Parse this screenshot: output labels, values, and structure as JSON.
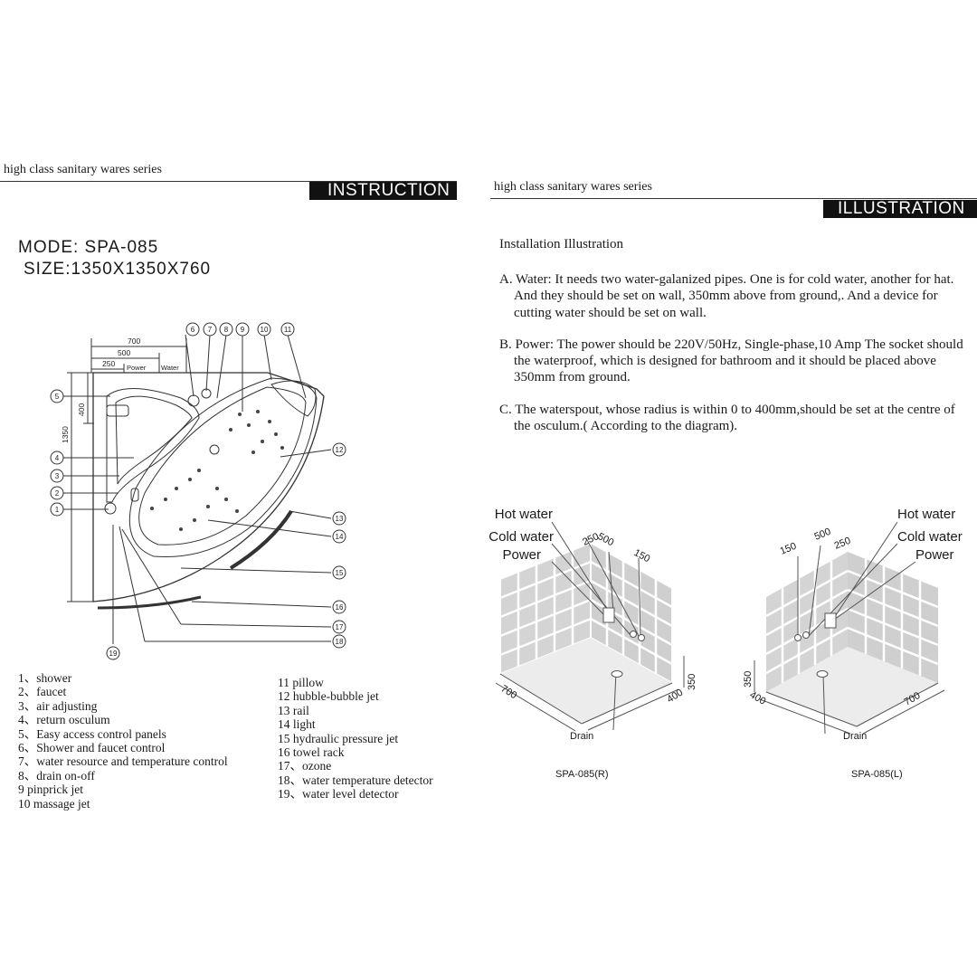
{
  "left": {
    "series": "high class sanitary wares series",
    "banner": "INSTRUCTION",
    "mode": "MODE: SPA-085",
    "size": "SIZE:1350X1350X760",
    "diagram": {
      "dims": {
        "d700": "700",
        "d500": "500",
        "d250": "250",
        "power": "Power",
        "water": "Water",
        "d400": "400",
        "d1350": "1350"
      },
      "callouts": [
        "1",
        "2",
        "3",
        "4",
        "5",
        "6",
        "7",
        "8",
        "9",
        "10",
        "11",
        "12",
        "13",
        "14",
        "15",
        "16",
        "17",
        "18",
        "19"
      ]
    },
    "legend_a": [
      "1、shower",
      "2、faucet",
      "3、air adjusting",
      "4、return osculum",
      "5、Easy access control panels",
      "6、Shower and faucet control",
      "7、water resource  and temperature control",
      "8、drain on-off",
      "9  pinprick jet",
      "10   massage jet"
    ],
    "legend_b": [
      "11   pillow",
      "12   hubble-bubble jet",
      "13   rail",
      "14   light",
      "15   hydraulic pressure jet",
      "16   towel rack",
      "17、ozone",
      "18、water temperature detector",
      "19、water level detector"
    ]
  },
  "right": {
    "series": "high class sanitary wares series",
    "banner": "ILLUSTRATION",
    "title": "Installation Illustration",
    "paragraphs": [
      "A. Water: It needs two water-galanized  pipes. One is for cold water, another for hat. And   they should be set on wall, 350mm above from ground,. And a device for cutting water should be  set on wall.",
      "B. Power: The power should be 220V/50Hz, Single-phase,10 Amp The socket should the waterproof, which  is designed for bathroom and it should be placed above 350mm from ground.",
      "C. The waterspout, whose radius is within 0 to 400mm,should be set at the centre of the osculum.( According to the diagram)."
    ],
    "diagram_r": {
      "hot": "Hot water",
      "cold": "Cold water",
      "power": "Power",
      "d500": "500",
      "d250": "250",
      "d150": "150",
      "d700": "700",
      "d400": "400",
      "d350": "350",
      "drain": "Drain",
      "caption": "SPA-085(R)"
    },
    "diagram_l": {
      "hot": "Hot water",
      "cold": "Cold water",
      "power": "Power",
      "d500": "500",
      "d250": "250",
      "d150": "150",
      "d700": "700",
      "d400": "400",
      "d350": "350",
      "drain": "Drain",
      "caption": "SPA-085(L)"
    }
  }
}
